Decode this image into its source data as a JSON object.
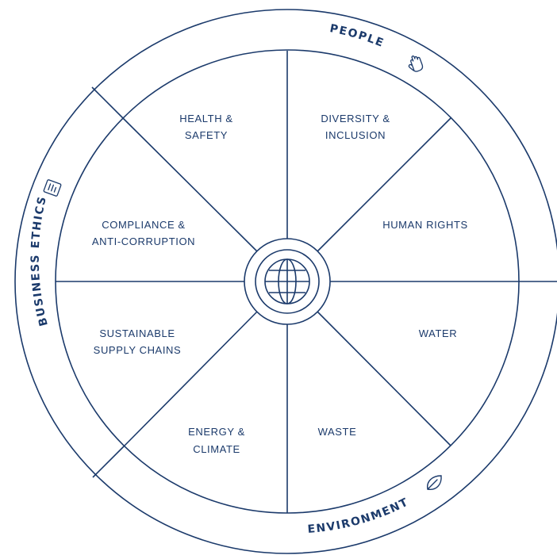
{
  "diagram": {
    "segments": [
      {
        "line1": "HEALTH &",
        "line2": "SAFETY"
      },
      {
        "line1": "DIVERSITY &",
        "line2": "INCLUSION"
      },
      {
        "line1": "HUMAN RIGHTS",
        "line2": ""
      },
      {
        "line1": "WATER",
        "line2": ""
      },
      {
        "line1": "WASTE",
        "line2": ""
      },
      {
        "line1": "ENERGY &",
        "line2": "CLIMATE"
      },
      {
        "line1": "SUSTAINABLE",
        "line2": "SUPPLY CHAINS"
      },
      {
        "line1": "COMPLIANCE &",
        "line2": "ANTI-CORRUPTION"
      }
    ],
    "categories": {
      "people": "PEOPLE",
      "environment": "ENVIRONMENT",
      "business_ethics": "BUSINESS ETHICS"
    },
    "icons": {
      "center": "globe-icon",
      "people": "hand-icon",
      "environment": "leaf-icon",
      "business_ethics": "document-icon"
    },
    "colors": {
      "stroke": "#1b3a6b",
      "background": "#ffffff"
    }
  }
}
